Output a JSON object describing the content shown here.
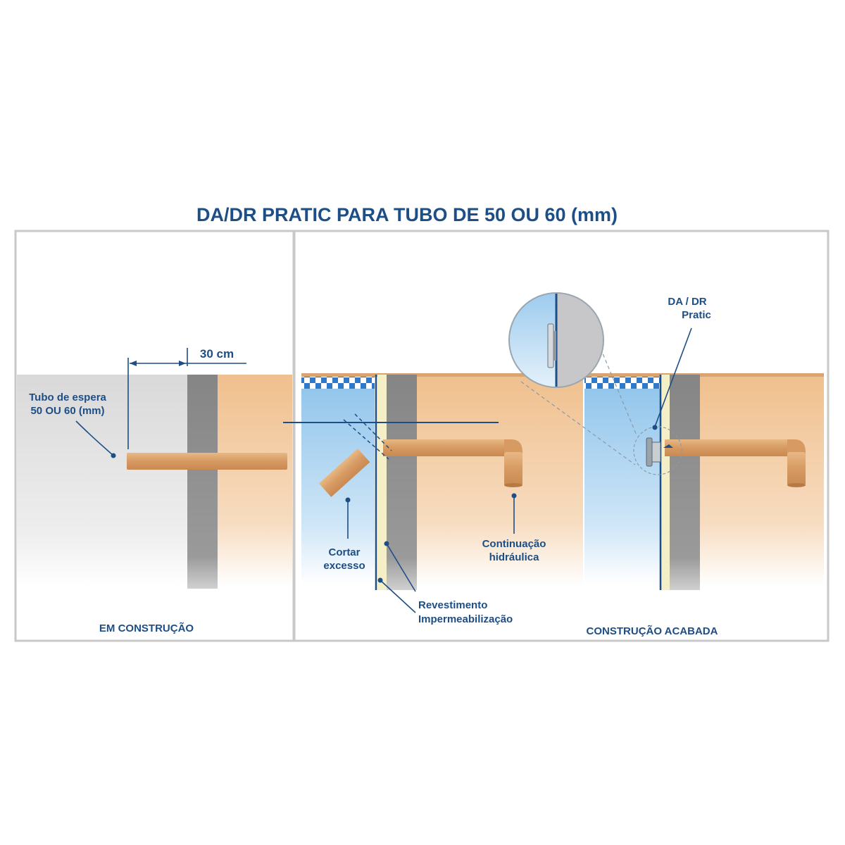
{
  "title": "DA/DR PRATIC PARA TUBO DE 50 OU 60 (mm)",
  "left_panel": {
    "caption": "EM CONSTRUÇÃO",
    "dimension_label": "30 cm",
    "pipe_label_line1": "Tubo de espera",
    "pipe_label_line2": "50 OU 60 (mm)"
  },
  "right_panel": {
    "caption": "CONSTRUÇÃO ACABADA",
    "cut_label_line1": "Cortar",
    "cut_label_line2": "excesso",
    "coating_label_line1": "Revestimento",
    "coating_label_line2": "Impermeabilização",
    "hydraulic_label_line1": "Continuação",
    "hydraulic_label_line2": "hidráulica",
    "product_label_line1": "DA / DR",
    "product_label_line2": "Pratic"
  },
  "colors": {
    "label_blue": "#1d4e86",
    "pipe": "#d9a26c",
    "wall": "#8c8c8c",
    "soil": "#f2c89a",
    "water": "#a9d3f0",
    "frame": "#c8c8c8"
  }
}
